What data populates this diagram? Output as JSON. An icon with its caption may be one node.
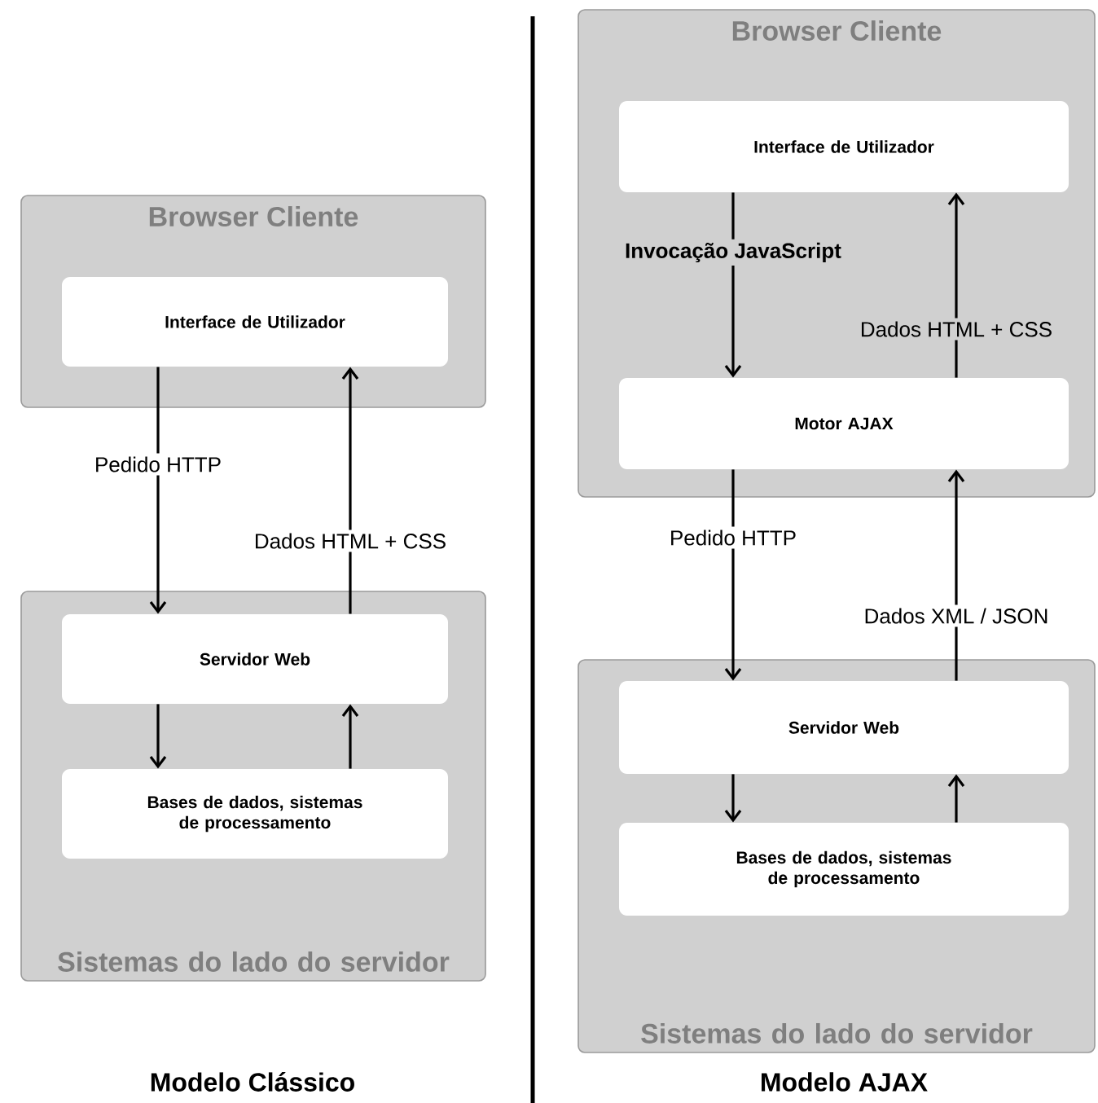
{
  "diagram": {
    "nodes": [
      {
        "text": [
          "Browser Cliente"
        ]
      },
      {
        "text": [
          "Interface de Utilizador"
        ],
        "in": 0
      },
      {
        "text": [
          "Sistemas do lado do servidor"
        ]
      },
      {
        "text": [
          "Servidor Web"
        ],
        "in": 2
      },
      {
        "text": [
          "Bases de dados, sistemas de processamento"
        ],
        "in": 2
      },
      {
        "text": [
          "Browser Cliente"
        ]
      },
      {
        "text": [
          "Interface de Utilizador"
        ],
        "in": 5
      },
      {
        "text": [
          "Motor AJAX"
        ],
        "in": 5
      },
      {
        "text": [
          "Sistemas do lado do servidor"
        ]
      },
      {
        "text": [
          "Servidor Web"
        ],
        "in": 8
      },
      {
        "text": [
          "Bases de dados, sistemas de processamento"
        ],
        "in": 8
      }
    ],
    "edges": [
      {
        "from": 1,
        "to": 3,
        "arrow": "to",
        "label": "Pedido HTTP"
      },
      {
        "from": 3,
        "to": 1,
        "arrow": "to",
        "label": "Dados HTML + CSS"
      },
      {
        "from": 3,
        "to": 4,
        "arrow": "to"
      },
      {
        "from": 4,
        "to": 3,
        "arrow": "to"
      },
      {
        "from": 6,
        "to": 7,
        "arrow": "to",
        "label": "Invocação JavaScript"
      },
      {
        "from": 7,
        "to": 6,
        "arrow": "to",
        "label": "Dados HTML + CSS"
      },
      {
        "from": 7,
        "to": 9,
        "arrow": "to",
        "label": "Pedido HTTP"
      },
      {
        "from": 9,
        "to": 7,
        "arrow": "to",
        "label": "Dados XML / JSON"
      },
      {
        "from": 9,
        "to": 10,
        "arrow": "to"
      },
      {
        "from": 10,
        "to": 9,
        "arrow": "to"
      }
    ],
    "labels": [
      "Modelo Clássico",
      "Modelo AJAX"
    ]
  }
}
